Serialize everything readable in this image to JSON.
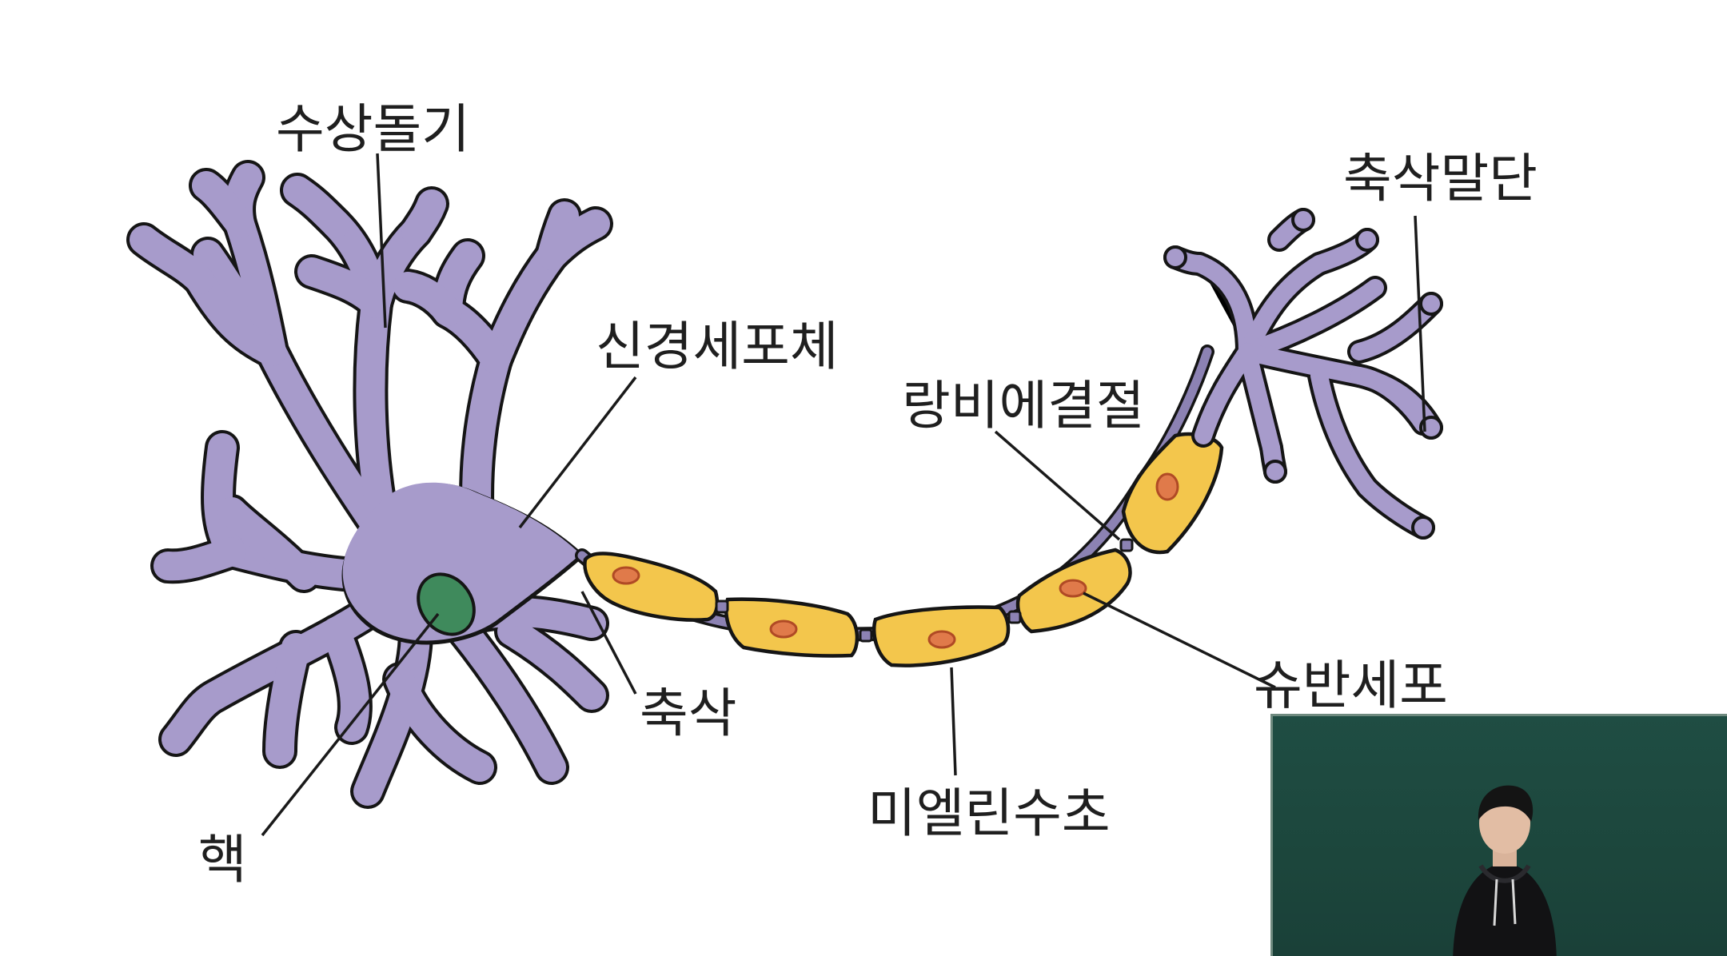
{
  "diagram": {
    "labels": {
      "dendrite": "수상돌기",
      "cell_body": "신경세포체",
      "nucleus": "핵",
      "axon": "축삭",
      "myelin_sheath": "미엘린수초",
      "node_of_ranvier": "랑비에결절",
      "schwann_cell": "슈반세포",
      "axon_terminal": "축삭말단"
    },
    "colors": {
      "neuron": "#a79bcb",
      "myelin": "#f3c64c",
      "schwann_nucleus": "#e07a4a",
      "cell_nucleus": "#3f8a5c",
      "outline": "#151515"
    }
  },
  "video": {
    "background": "#1f4d43",
    "subject": "lecturer"
  }
}
